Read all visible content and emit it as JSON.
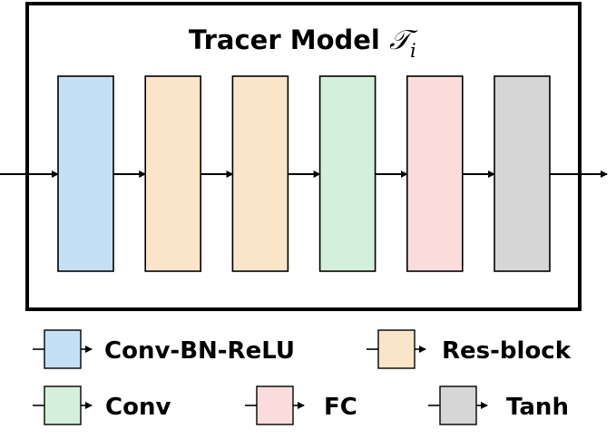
{
  "title": {
    "text": "Tracer Model ",
    "symbol": "𝒯",
    "subscript": "i"
  },
  "pipeline": [
    {
      "type": "conv_bn_relu",
      "color": "#c5e0f5"
    },
    {
      "type": "res_block",
      "color": "#fbe5c9"
    },
    {
      "type": "res_block",
      "color": "#fbe5c9"
    },
    {
      "type": "conv",
      "color": "#d4f0da"
    },
    {
      "type": "fc",
      "color": "#fbdcdc"
    },
    {
      "type": "tanh",
      "color": "#d6d6d6"
    }
  ],
  "legend": [
    {
      "type": "conv_bn_relu",
      "label": "Conv-BN-ReLU",
      "color": "#c5e0f5"
    },
    {
      "type": "res_block",
      "label": "Res-block",
      "color": "#fbe5c9"
    },
    {
      "type": "conv",
      "label": "Conv",
      "color": "#d4f0da"
    },
    {
      "type": "fc",
      "label": "FC",
      "color": "#fbdcdc"
    },
    {
      "type": "tanh",
      "label": "Tanh",
      "color": "#d6d6d6"
    }
  ],
  "colors": {
    "stroke": "#000000",
    "frame": "#000000"
  }
}
